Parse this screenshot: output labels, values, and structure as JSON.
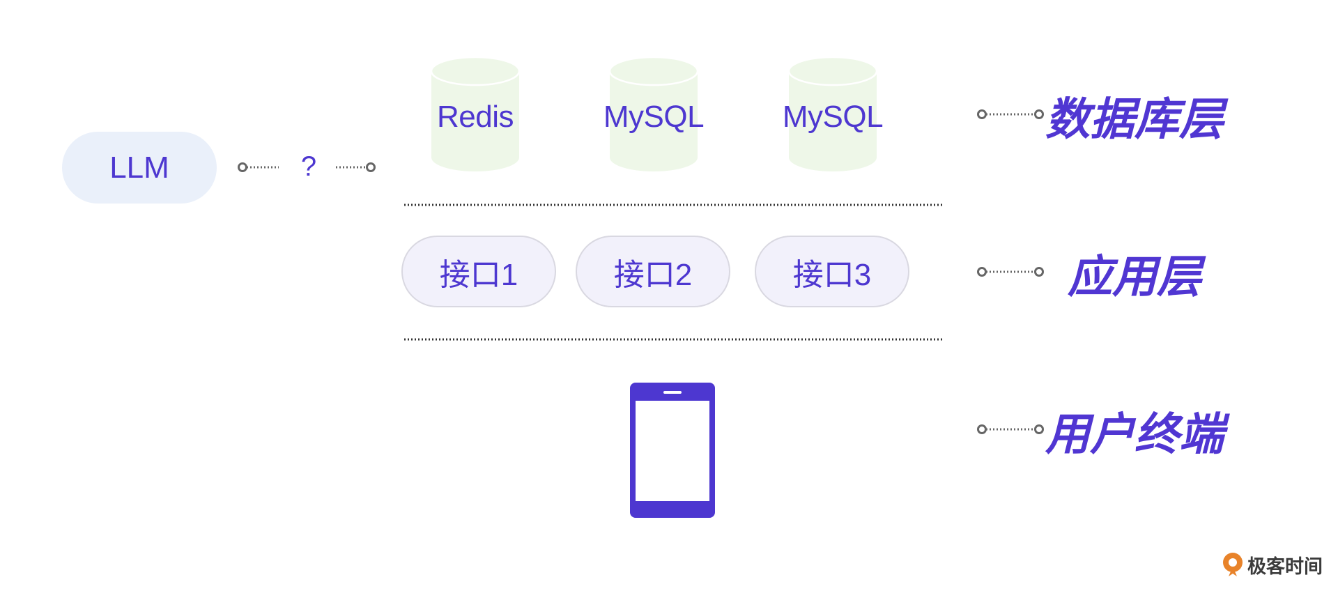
{
  "llm": {
    "label": "LLM"
  },
  "unknown_link": {
    "label": "?"
  },
  "databases": [
    {
      "label": "Redis"
    },
    {
      "label": "MySQL"
    },
    {
      "label": "MySQL"
    }
  ],
  "interfaces": [
    {
      "label": "接口1"
    },
    {
      "label": "接口2"
    },
    {
      "label": "接口3"
    }
  ],
  "layers": {
    "database": "数据库层",
    "application": "应用层",
    "terminal": "用户终端"
  },
  "brand": {
    "name": "极客时间"
  },
  "colors": {
    "accent": "#4d37d0",
    "llm_fill": "#eaf0fa",
    "db_fill": "#eef7e8",
    "pill_fill": "#f2f1fb",
    "connector": "#666666",
    "brand_orange": "#e8832a"
  }
}
